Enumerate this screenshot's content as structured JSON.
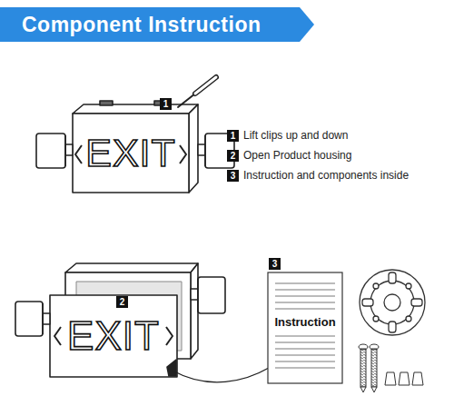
{
  "diagram": {
    "title": "Component Instruction",
    "nodes": [
      {
        "text": [
          "EXIT"
        ]
      },
      {
        "text": [
          "EXIT"
        ]
      },
      {
        "text": [
          "Instruction"
        ]
      }
    ],
    "labels": [
      "1",
      "1",
      "Lift clips up and down",
      "2",
      "Open Product housing",
      "3",
      "Instruction and components inside",
      "2",
      "3"
    ]
  }
}
